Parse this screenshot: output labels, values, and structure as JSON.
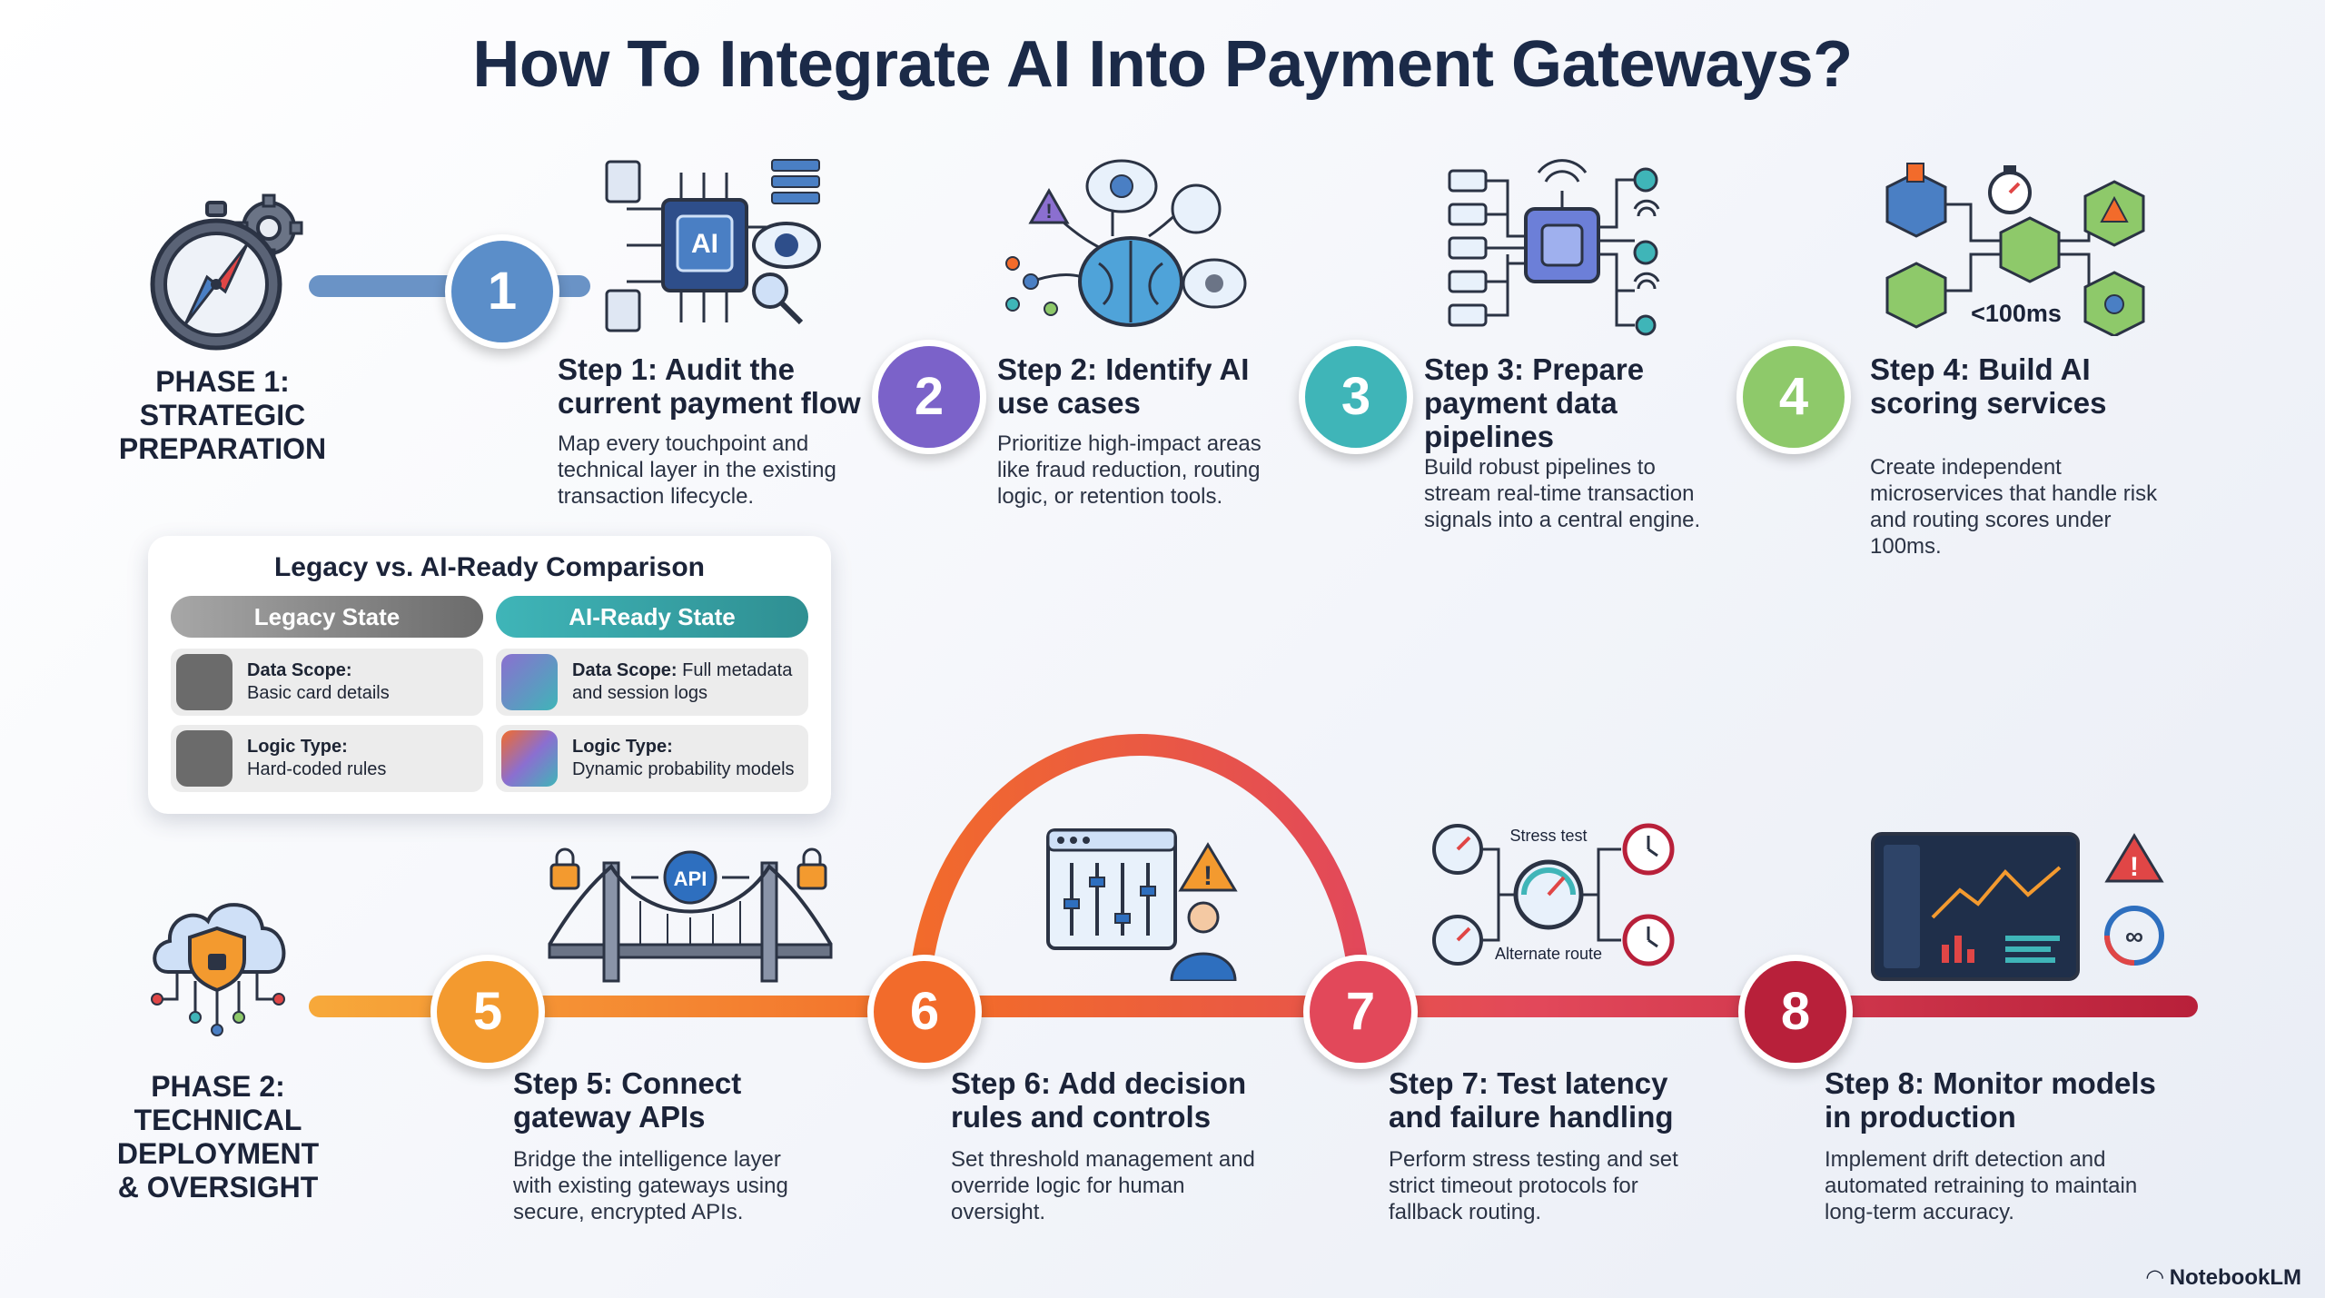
{
  "title": "How To Integrate AI Into Payment Gateways?",
  "phases": [
    {
      "label": "PHASE 1:\nSTRATEGIC\nPREPARATION"
    },
    {
      "label": "PHASE 2:\nTECHNICAL\nDEPLOYMENT\n& OVERSIGHT"
    }
  ],
  "steps": [
    {
      "number": "1",
      "title": "Step 1: Audit the\ncurrent payment flow",
      "desc": "Map every touchpoint and\ntechnical layer in the existing\ntransaction lifecycle.",
      "color": "#5b8ec9"
    },
    {
      "number": "2",
      "title": "Step 2: Identify AI\nuse cases",
      "desc": "Prioritize high-impact areas\nlike fraud reduction, routing\nlogic, or retention tools.",
      "color": "#7b62c9"
    },
    {
      "number": "3",
      "title": "Step 3: Prepare\npayment data\npipelines",
      "desc": "Build robust pipelines to\nstream real-time transaction\nsignals into a central engine.",
      "color": "#3fb5b8"
    },
    {
      "number": "4",
      "title": "Step 4: Build AI\nscoring services",
      "desc": "Create independent\nmicroservices that handle risk\nand routing scores under\n100ms.",
      "color": "#8ec96a"
    },
    {
      "number": "5",
      "title": "Step 5: Connect\ngateway APIs",
      "desc": "Bridge the intelligence layer\nwith existing gateways using\nsecure, encrypted APIs.",
      "color": "#f39a2f"
    },
    {
      "number": "6",
      "title": "Step 6: Add decision\nrules and controls",
      "desc": "Set threshold management and\noverride logic for human\noversight.",
      "color": "#f26b2b"
    },
    {
      "number": "7",
      "title": "Step 7: Test latency\nand failure handling",
      "desc": "Perform stress testing and set\nstrict timeout protocols for\nfallback routing.",
      "color": "#e2485a"
    },
    {
      "number": "8",
      "title": "Step 8: Monitor models\nin production",
      "desc": "Implement drift detection and\nautomated retraining to maintain\nlong-term accuracy.",
      "color": "#b8203a"
    }
  ],
  "comparison": {
    "title": "Legacy vs. AI-Ready Comparison",
    "legacy_header": "Legacy State",
    "ai_header": "AI-Ready State",
    "rows": [
      {
        "legacy_label": "Data Scope:",
        "legacy_value": "Basic card details",
        "ai_label": "Data Scope:",
        "ai_value": " Full metadata\nand session logs"
      },
      {
        "legacy_label": "Logic Type:",
        "legacy_value": "Hard-coded rules",
        "ai_label": "Logic Type:",
        "ai_value": "Dynamic probability models"
      }
    ]
  },
  "icon_labels": {
    "ai_chip": "AI",
    "latency": "<100ms",
    "api": "API",
    "stress_test": "Stress test",
    "alternate_route": "Alternate route"
  },
  "brand": "NotebookLM",
  "icons": [
    "compass-gear-icon",
    "ai-chip-icon",
    "brain-icon",
    "data-pipeline-icon",
    "cubes-icon",
    "cloud-shield-icon",
    "bridge-api-icon",
    "control-panel-icon",
    "gauges-icon",
    "dashboard-icon"
  ]
}
